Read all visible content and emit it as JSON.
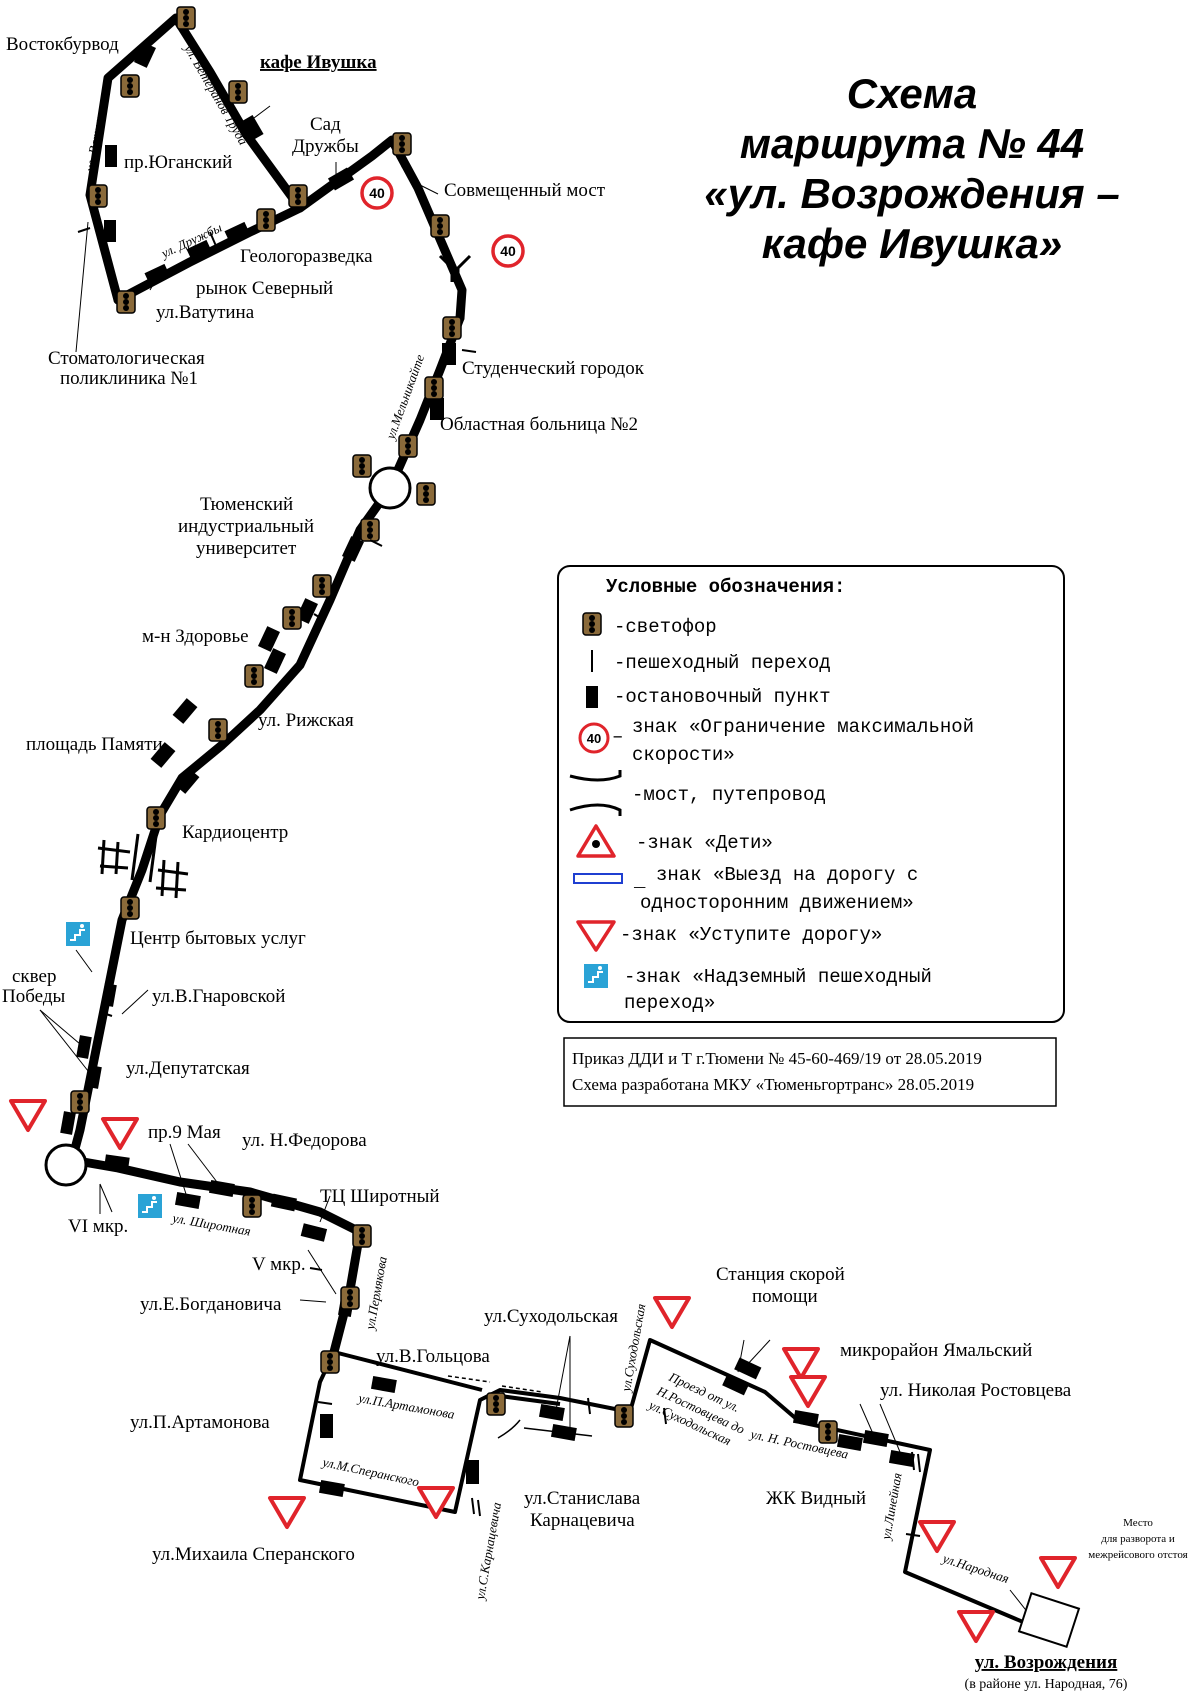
{
  "title": {
    "line1": "Схема",
    "line2": "маршрута № 44",
    "line3": "«ул. Возрождения –",
    "line4": "кафе Ивушка»"
  },
  "legend": {
    "heading": "Условные обозначения:",
    "items": [
      {
        "icon": "traffic-light-icon",
        "text": "-светофор"
      },
      {
        "icon": "pedestrian-crossing-icon",
        "text": "-пешеходный переход"
      },
      {
        "icon": "bus-stop-icon",
        "text": "-остановочный пункт"
      },
      {
        "icon": "speed-limit-icon",
        "badge": "40",
        "text": "знак «Ограничение максимальной",
        "text2": "скорости»"
      },
      {
        "icon": "bridge-icon",
        "text": "-мост, путепровод"
      },
      {
        "icon": "children-sign-icon",
        "text": "-знак «Дети»"
      },
      {
        "icon": "one-way-exit-icon",
        "text": "знак «Выезд на дорогу с",
        "text2": "односторонним движением»"
      },
      {
        "icon": "yield-sign-icon",
        "text": "-знак «Уступите дорогу»"
      },
      {
        "icon": "overpass-crossing-icon",
        "text": "-знак «Надземный пешеходный",
        "text2": "переход»"
      }
    ]
  },
  "order": {
    "line1": "Приказ ДДИ и Т г.Тюмени № 45-60-469/19 от 28.05.2019",
    "line2": "Схема разработана МКУ «Тюменьгортранс» 28.05.2019"
  },
  "speed_limit": "40",
  "stops": {
    "vostokburvod": "Востокбурвод",
    "kafe": "кафе Ивушка",
    "sad1": "Сад",
    "sad2": "Дружбы",
    "ugansky": "пр.Юганский",
    "sovmest": "Совмещенный мост",
    "geolog": "Геологоразведка",
    "rynok": "рынок Северный",
    "vatutina": "ул.Ватутина",
    "stomat1": "Стоматологическая",
    "stomat2": "поликлиника №1",
    "student": "Студенческий городок",
    "hosp": "Областная больница №2",
    "tiu1": "Тюменский",
    "tiu2": "индустриальный",
    "tiu3": "университет",
    "zdorov": "м-н Здоровье",
    "rizh": "ул. Рижская",
    "pamyati": "площадь Памяти",
    "kardio": "Кардиоцентр",
    "cbu": "Центр бытовых услуг",
    "skver1": "сквер",
    "skver2": "Победы",
    "gnarov": "ул.В.Гнаровской",
    "deput": "ул.Депутатская",
    "may9": "пр.9 Мая",
    "fedor": "ул. Н.Федорова",
    "vi": "VI мкр.",
    "shirot": "ТЦ Широтный",
    "v": "V мкр.",
    "bogdan": "ул.Е.Богдановича",
    "golts": "ул.В.Гольцова",
    "sukhod": "ул.Суходольская",
    "skoraya1": "Станция скорой",
    "skoraya2": "помощи",
    "yamal": "микрорайон Ямальский",
    "rostov": "ул. Николая Ростовцева",
    "artam": "ул.П.Артамонова",
    "karn1": "ул.Станислава",
    "karn2": "Карнацевича",
    "vidny": "ЖК Видный",
    "speran": "ул.Михаила Сперанского"
  },
  "streets": {
    "vatutina": "ул. Ватутина",
    "veteran": "ул. Ветеранов Труда",
    "druzhby": "ул. Дружбы",
    "melnik": "ул.Мельникайте",
    "shirotnaya": "ул. Широтная",
    "permyakova": "ул.Пермякова",
    "artamonova": "ул.П.Артамонова",
    "speranskogo": "ул.М.Сперанского",
    "karnatsevicha": "ул.С.Карнацевича",
    "sukhodolskaya": "ул.Суходольская",
    "proezd1": "Проезд от ул.",
    "proezd2": "Н.Ростовцева до",
    "proezd3": "ул.Суходольская",
    "rostovtseva": "ул. Н. Ростовцева",
    "lineynaya": "ул.Линейная",
    "narodnaya": "ул.Народная"
  },
  "end": {
    "note1": "Место",
    "note2": "для разворота и",
    "note3": "межрейсового отстоя",
    "name": "ул. Возрождения",
    "sub": "(в районе ул. Народная, 76)"
  },
  "colors": {
    "yield": "#e0242b",
    "speed_ring": "#e0242b",
    "overpass": "#2aa3d6",
    "oneway": "#1f3fd1"
  }
}
